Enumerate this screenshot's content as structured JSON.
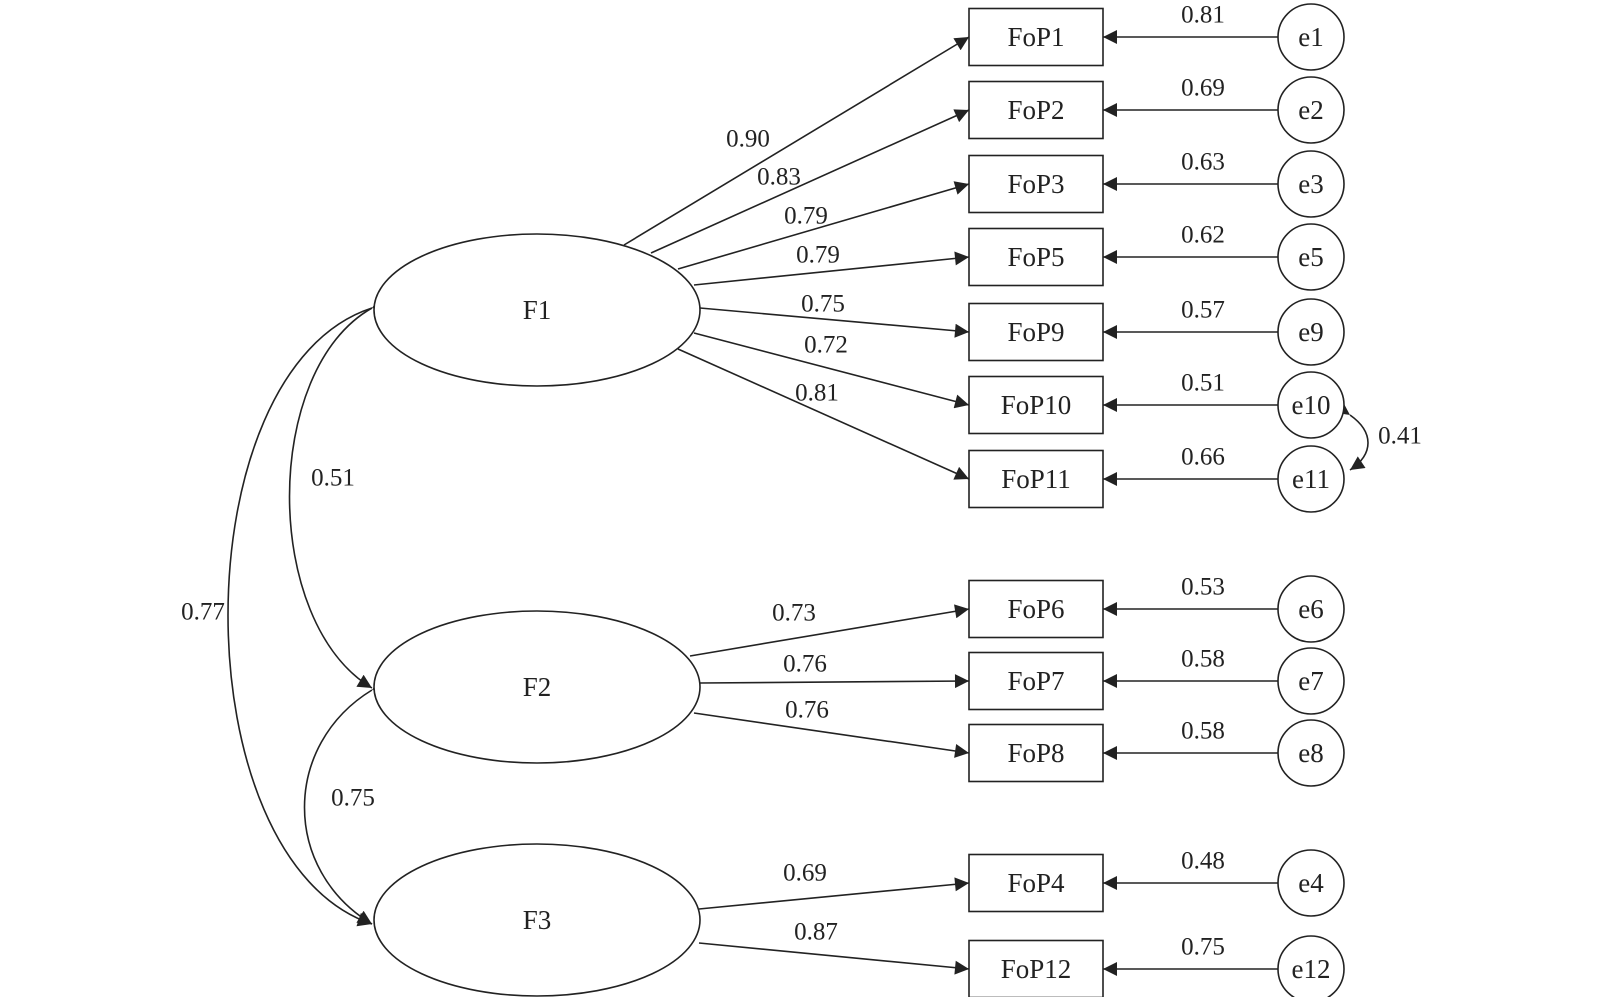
{
  "factors": [
    {
      "id": "F1",
      "label": "F1"
    },
    {
      "id": "F2",
      "label": "F2"
    },
    {
      "id": "F3",
      "label": "F3"
    }
  ],
  "indicators": [
    {
      "id": "FoP1",
      "label": "FoP1",
      "factor": "F1",
      "loading": "0.90",
      "error": "e1",
      "error_coef": "0.81"
    },
    {
      "id": "FoP2",
      "label": "FoP2",
      "factor": "F1",
      "loading": "0.83",
      "error": "e2",
      "error_coef": "0.69"
    },
    {
      "id": "FoP3",
      "label": "FoP3",
      "factor": "F1",
      "loading": "0.79",
      "error": "e3",
      "error_coef": "0.63"
    },
    {
      "id": "FoP5",
      "label": "FoP5",
      "factor": "F1",
      "loading": "0.79",
      "error": "e5",
      "error_coef": "0.62"
    },
    {
      "id": "FoP9",
      "label": "FoP9",
      "factor": "F1",
      "loading": "0.75",
      "error": "e9",
      "error_coef": "0.57"
    },
    {
      "id": "FoP10",
      "label": "FoP10",
      "factor": "F1",
      "loading": "0.72",
      "error": "e10",
      "error_coef": "0.51"
    },
    {
      "id": "FoP11",
      "label": "FoP11",
      "factor": "F1",
      "loading": "0.81",
      "error": "e11",
      "error_coef": "0.66"
    },
    {
      "id": "FoP6",
      "label": "FoP6",
      "factor": "F2",
      "loading": "0.73",
      "error": "e6",
      "error_coef": "0.53"
    },
    {
      "id": "FoP7",
      "label": "FoP7",
      "factor": "F2",
      "loading": "0.76",
      "error": "e7",
      "error_coef": "0.58"
    },
    {
      "id": "FoP8",
      "label": "FoP8",
      "factor": "F2",
      "loading": "0.76",
      "error": "e8",
      "error_coef": "0.58"
    },
    {
      "id": "FoP4",
      "label": "FoP4",
      "factor": "F3",
      "loading": "0.69",
      "error": "e4",
      "error_coef": "0.48"
    },
    {
      "id": "FoP12",
      "label": "FoP12",
      "factor": "F3",
      "loading": "0.87",
      "error": "e12",
      "error_coef": "0.75"
    }
  ],
  "factor_correlations": [
    {
      "from": "F1",
      "to": "F2",
      "value": "0.51"
    },
    {
      "from": "F2",
      "to": "F3",
      "value": "0.75"
    },
    {
      "from": "F1",
      "to": "F3",
      "value": "0.77"
    }
  ],
  "error_covariances": [
    {
      "from": "e10",
      "to": "e11",
      "value": "0.41"
    }
  ]
}
